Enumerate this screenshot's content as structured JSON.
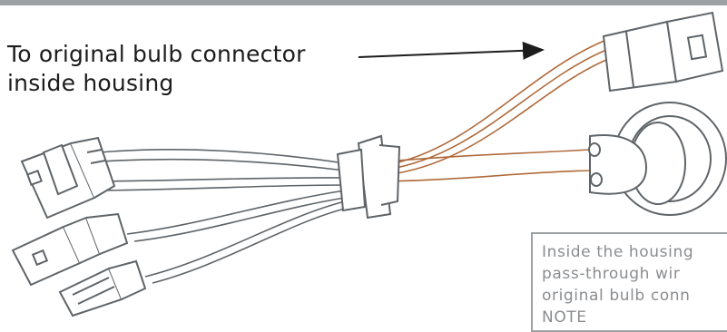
{
  "callout": {
    "line1": "To original bulb connector",
    "line2": "inside housing"
  },
  "note": {
    "line1": "Inside the housing",
    "line2": "pass-through wir",
    "line3": "original bulb conn",
    "line4": "NOTE"
  },
  "colors": {
    "outline": "#5f6468",
    "copper_wire": "#b06a3b",
    "callout_text": "#1c1c1c",
    "note_text": "#8a8d90",
    "rule": "#9ea1a3"
  }
}
